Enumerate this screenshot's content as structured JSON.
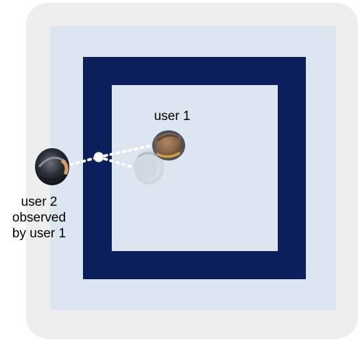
{
  "labels": {
    "user1": "user 1",
    "user2_line1": "user 2",
    "user2_line2": "observed",
    "user2_line3": "by user 1"
  },
  "colors": {
    "outer_panel": "#eeeeee",
    "room_area": "#dde5f0",
    "wall_frame": "#0a1f5c",
    "observation_line": "#ffffff"
  },
  "icons": {
    "user1": "person-top-view-icon",
    "user1_ghost": "person-top-view-icon",
    "user2": "person-top-view-icon",
    "observation_point": "dot-icon"
  }
}
